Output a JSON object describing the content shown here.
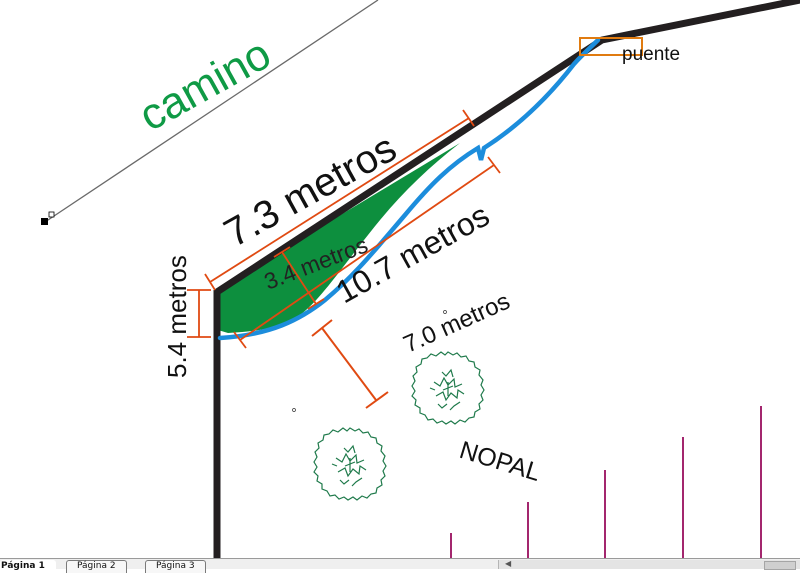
{
  "diagram": {
    "labels": {
      "road": "camino",
      "bridge": "puente",
      "dim_top": "7.3 metros",
      "dim_middle": "3.4 metros",
      "dim_long": "10.7 metros",
      "dim_left": "5.4 metros",
      "dim_lower": "7.0  metros",
      "crop": "NOPAL"
    },
    "colors": {
      "boundary": "#231f20",
      "river": "#1c8ddc",
      "vegetation": "#0d8f3e",
      "road_text": "#0f9a45",
      "dimension": "#e04a12",
      "bridge_box": "#e07b10",
      "shrub": "#1f7a4b",
      "stakes": "#a3266e",
      "road_line": "#6a6a6a"
    },
    "icons": [
      "shrub-icon",
      "shrub-icon"
    ]
  },
  "page_tabs": [
    "Página 1",
    "Página 2",
    "Página 3"
  ]
}
